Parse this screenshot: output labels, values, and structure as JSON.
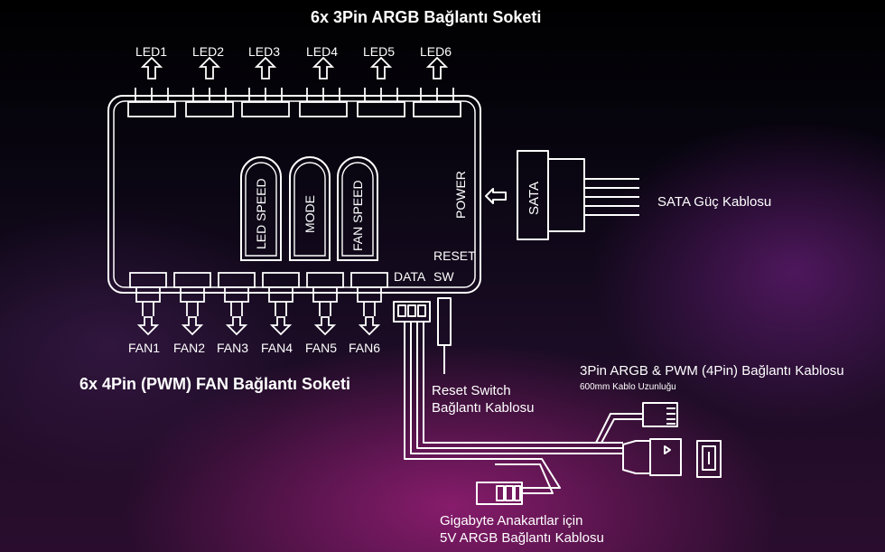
{
  "title": "6x 3Pin ARGB Bağlantı Soketi",
  "led_labels": [
    "LED1",
    "LED2",
    "LED3",
    "LED4",
    "LED5",
    "LED6"
  ],
  "fan_labels": [
    "FAN1",
    "FAN2",
    "FAN3",
    "FAN4",
    "FAN5",
    "FAN6"
  ],
  "fan_section_title": "6x 4Pin (PWM) FAN Bağlantı Soketi",
  "buttons": [
    "LED SPEED",
    "MODE",
    "FAN SPEED"
  ],
  "power_label": "POWER",
  "sata_connector_label": "SATA",
  "sata_cable_label": "SATA Güç Kablosu",
  "reset_label_line1": "RESET",
  "reset_label_line2": "SW",
  "data_label": "DATA",
  "reset_cable_line1": "Reset Switch",
  "reset_cable_line2": "Bağlantı Kablosu",
  "argb_pwm_cable_title": "3Pin ARGB & PWM (4Pin) Bağlantı Kablosu",
  "argb_pwm_cable_subtitle": "600mm Kablo Uzunluğu",
  "gigabyte_line1": "Gigabyte Anakartlar için",
  "gigabyte_line2": "5V ARGB Bağlantı Kablosu",
  "colors": {
    "line": "#ffffff",
    "background": "#0a0610",
    "accent_glow": "#d628a0"
  }
}
